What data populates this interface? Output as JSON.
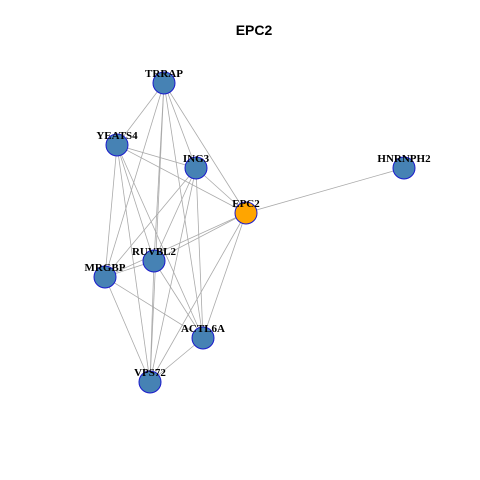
{
  "title": "EPC2",
  "colors": {
    "default_node": "#4682b4",
    "highlight_node": "#ffa500",
    "edge": "#aaaaaa",
    "node_border": "#1a1acc"
  },
  "nodes": [
    {
      "id": "TRRAP",
      "label": "TRRAP",
      "highlight": false
    },
    {
      "id": "YEATS4",
      "label": "YEATS4",
      "highlight": false
    },
    {
      "id": "ING3",
      "label": "ING3",
      "highlight": false
    },
    {
      "id": "HNRNPH2",
      "label": "HNRNPH2",
      "highlight": false
    },
    {
      "id": "EPC2",
      "label": "EPC2",
      "highlight": true
    },
    {
      "id": "RUVBL2",
      "label": "RUVBL2",
      "highlight": false
    },
    {
      "id": "MRGBP",
      "label": "MRGBP",
      "highlight": false
    },
    {
      "id": "ACTL6A",
      "label": "ACTL6A",
      "highlight": false
    },
    {
      "id": "VPS72",
      "label": "VPS72",
      "highlight": false
    }
  ],
  "edges": [
    [
      "TRRAP",
      "YEATS4"
    ],
    [
      "TRRAP",
      "ING3"
    ],
    [
      "TRRAP",
      "EPC2"
    ],
    [
      "TRRAP",
      "RUVBL2"
    ],
    [
      "TRRAP",
      "MRGBP"
    ],
    [
      "TRRAP",
      "ACTL6A"
    ],
    [
      "TRRAP",
      "VPS72"
    ],
    [
      "YEATS4",
      "ING3"
    ],
    [
      "YEATS4",
      "EPC2"
    ],
    [
      "YEATS4",
      "RUVBL2"
    ],
    [
      "YEATS4",
      "MRGBP"
    ],
    [
      "YEATS4",
      "ACTL6A"
    ],
    [
      "YEATS4",
      "VPS72"
    ],
    [
      "ING3",
      "EPC2"
    ],
    [
      "ING3",
      "RUVBL2"
    ],
    [
      "ING3",
      "MRGBP"
    ],
    [
      "ING3",
      "ACTL6A"
    ],
    [
      "ING3",
      "VPS72"
    ],
    [
      "HNRNPH2",
      "EPC2"
    ],
    [
      "EPC2",
      "RUVBL2"
    ],
    [
      "EPC2",
      "MRGBP"
    ],
    [
      "EPC2",
      "ACTL6A"
    ],
    [
      "EPC2",
      "VPS72"
    ],
    [
      "RUVBL2",
      "MRGBP"
    ],
    [
      "RUVBL2",
      "ACTL6A"
    ],
    [
      "RUVBL2",
      "VPS72"
    ],
    [
      "MRGBP",
      "ACTL6A"
    ],
    [
      "MRGBP",
      "VPS72"
    ],
    [
      "ACTL6A",
      "VPS72"
    ]
  ]
}
